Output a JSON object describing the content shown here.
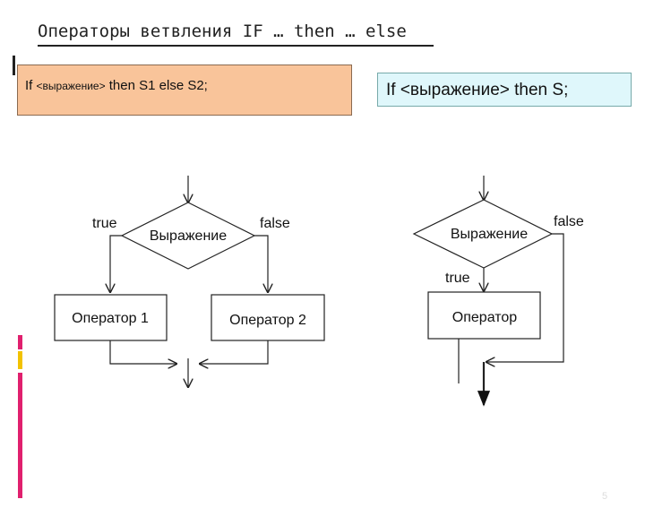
{
  "title": "Операторы ветвления IF … then … else",
  "full_form": {
    "if": "If",
    "expr": "<выражение>",
    "rest": "then S1 else S2;"
  },
  "short_form": {
    "text": "If <выражение> then S;"
  },
  "left_flowchart": {
    "condition": "Выражение",
    "true_label": "true",
    "false_label": "false",
    "operator1": "Оператор 1",
    "operator2": "Оператор 2"
  },
  "right_flowchart": {
    "condition": "Выражение",
    "true_label": "true",
    "false_label": "false",
    "operator": "Оператор"
  },
  "colors": {
    "full_form_bg": "#f9c49a",
    "short_form_bg": "#dff7fb",
    "strip_pink": "#e0206e",
    "strip_yellow": "#f2c200"
  },
  "page_number": "5"
}
